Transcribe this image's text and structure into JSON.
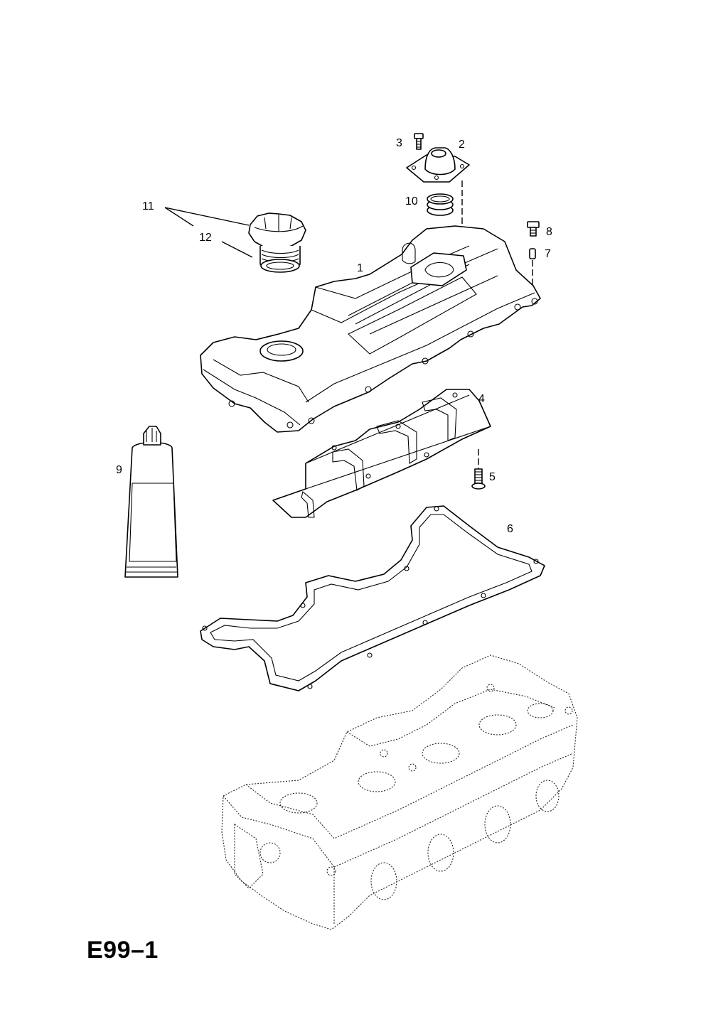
{
  "diagram": {
    "reference_code": "E99–1",
    "callouts": [
      {
        "id": "1",
        "label": "1"
      },
      {
        "id": "2",
        "label": "2"
      },
      {
        "id": "3",
        "label": "3"
      },
      {
        "id": "4",
        "label": "4"
      },
      {
        "id": "5",
        "label": "5"
      },
      {
        "id": "6",
        "label": "6"
      },
      {
        "id": "7",
        "label": "7"
      },
      {
        "id": "8",
        "label": "8"
      },
      {
        "id": "9",
        "label": "9"
      },
      {
        "id": "10",
        "label": "10"
      },
      {
        "id": "11",
        "label": "11"
      },
      {
        "id": "12",
        "label": "12"
      }
    ]
  }
}
